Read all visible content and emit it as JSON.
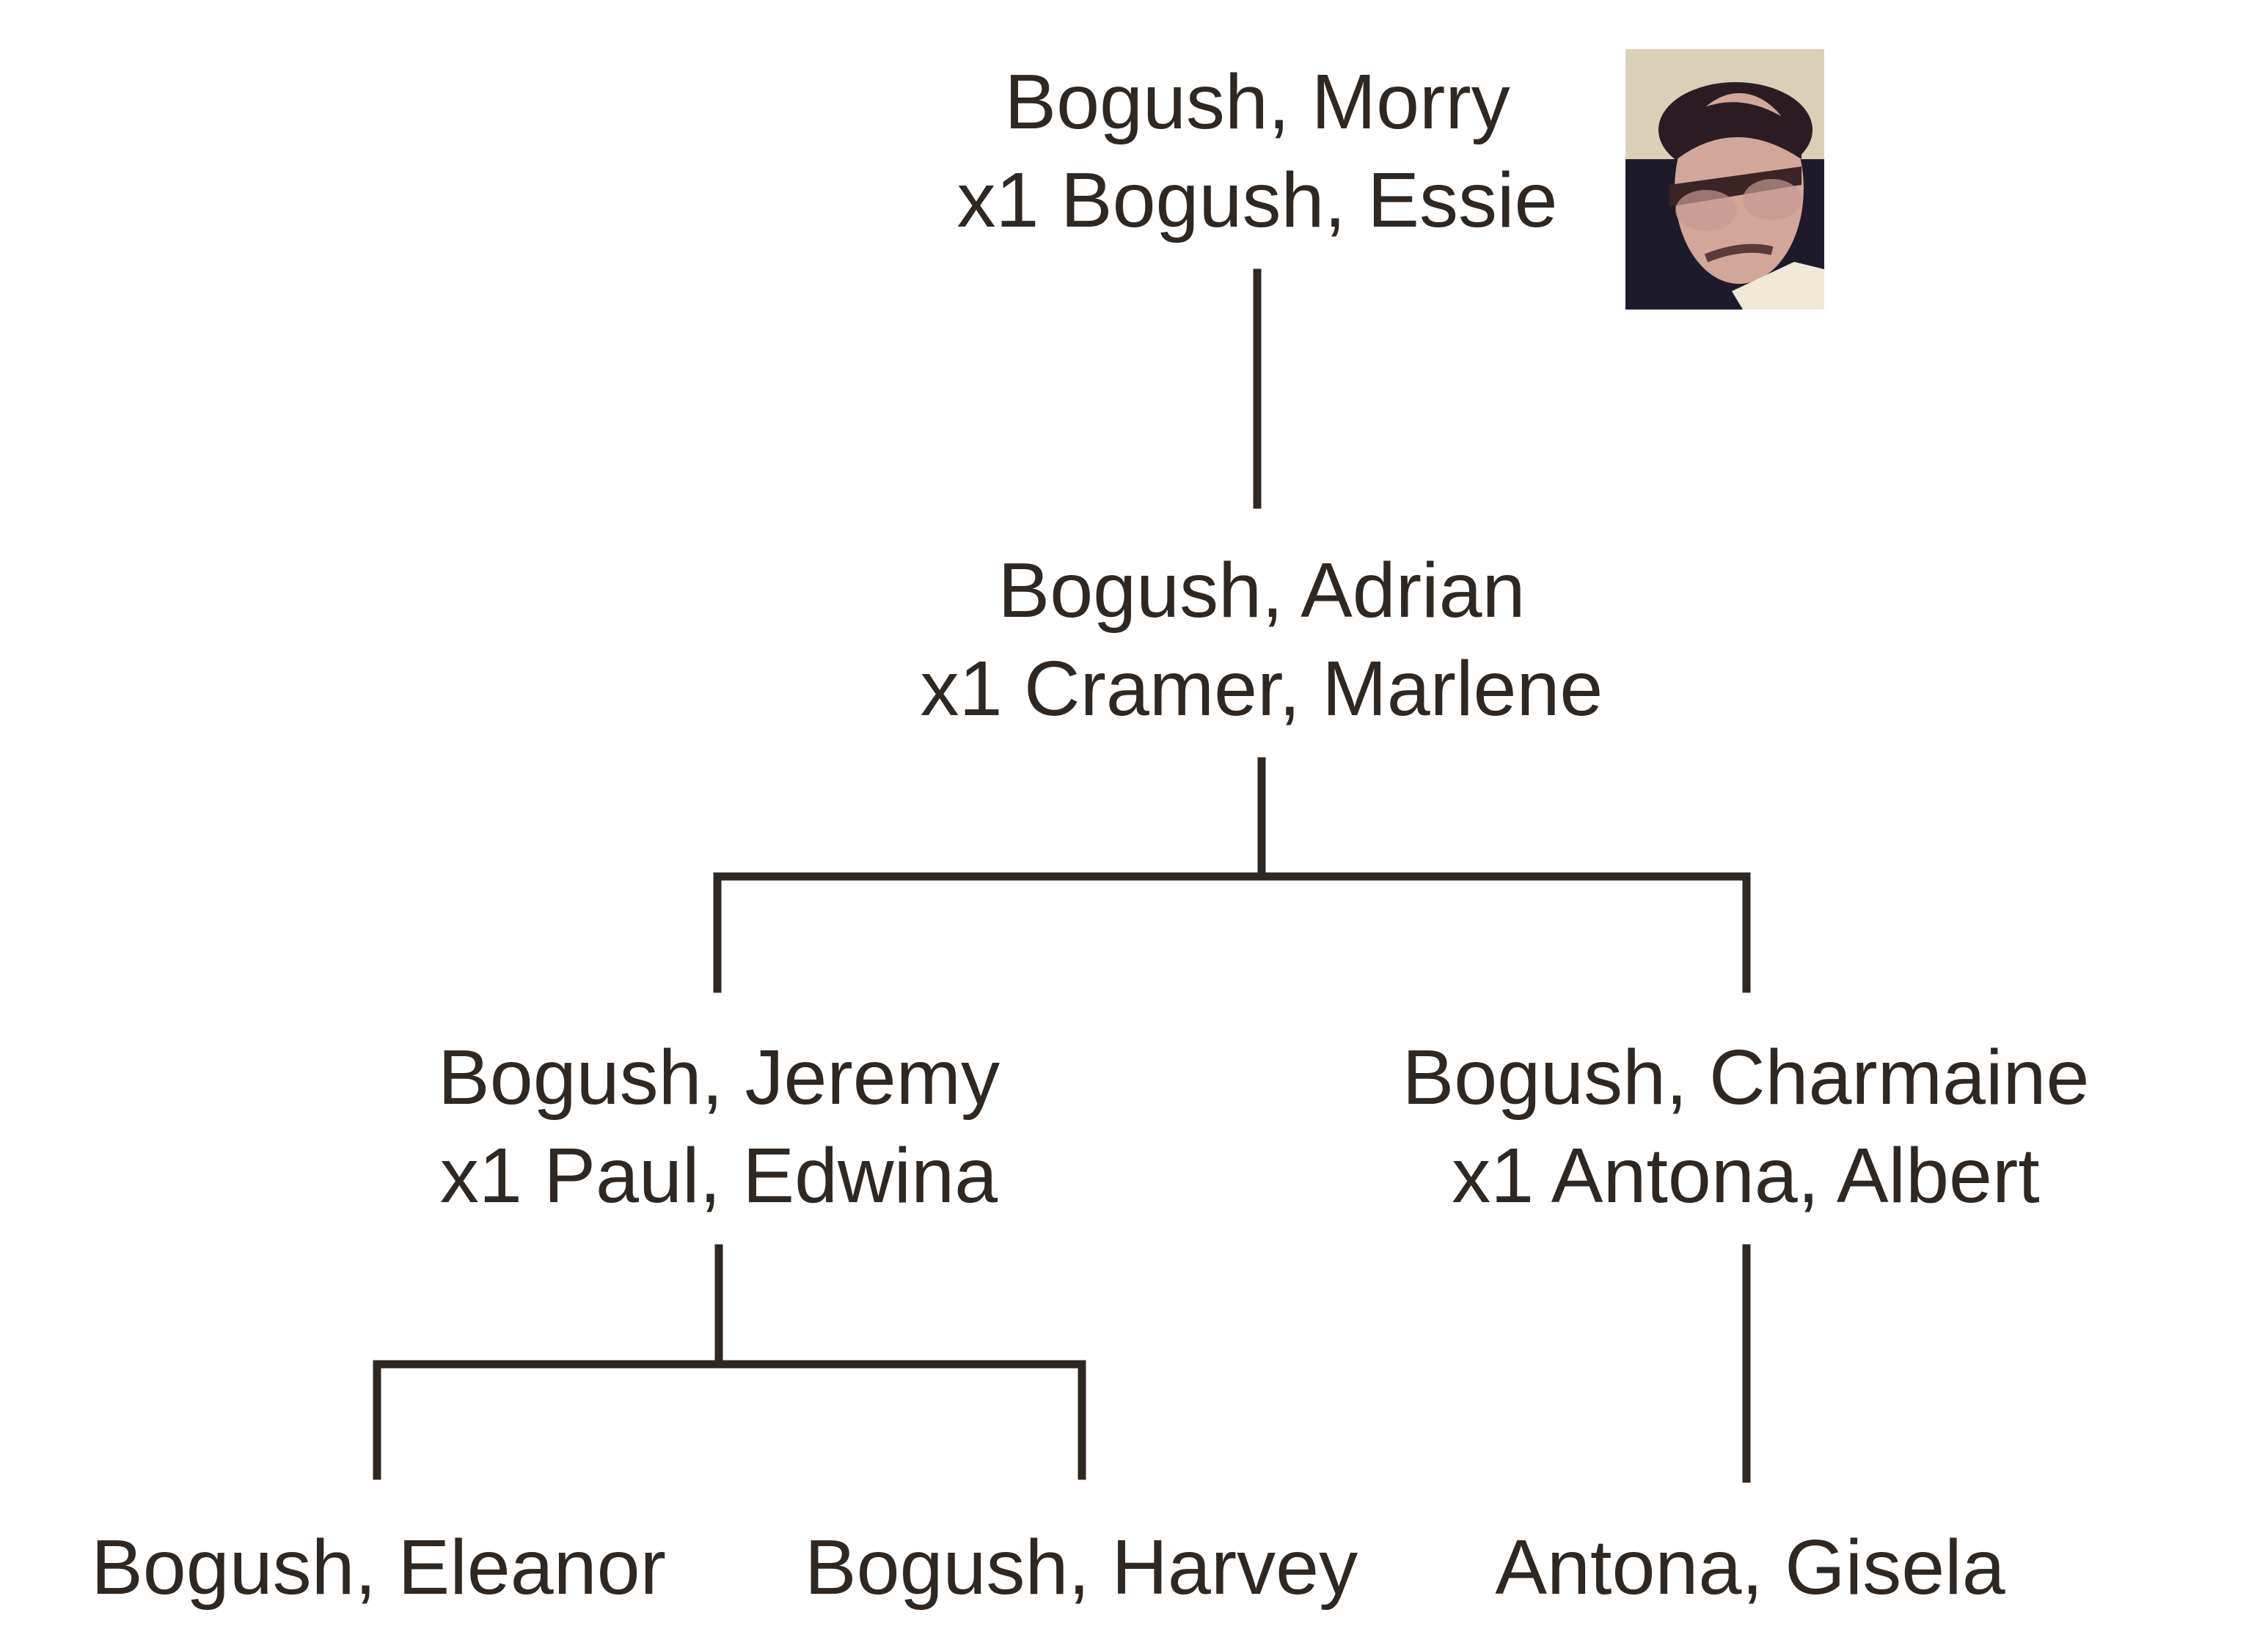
{
  "tree": {
    "root": {
      "name": "Bogush, Morry",
      "spouse": "x1 Bogush, Essie",
      "photo": "portrait-photo"
    },
    "gen2": {
      "name": "Bogush, Adrian",
      "spouse": "x1 Cramer, Marlene"
    },
    "gen3": [
      {
        "name": "Bogush, Jeremy",
        "spouse": "x1 Paul, Edwina"
      },
      {
        "name": "Bogush, Charmaine",
        "spouse": "x1 Antona, Albert"
      }
    ],
    "gen4": [
      {
        "name": "Bogush, Eleanor"
      },
      {
        "name": "Bogush, Harvey"
      },
      {
        "name": "Antona, Gisela"
      }
    ]
  },
  "colors": {
    "line": "#2f2822",
    "text": "#2f2822"
  }
}
